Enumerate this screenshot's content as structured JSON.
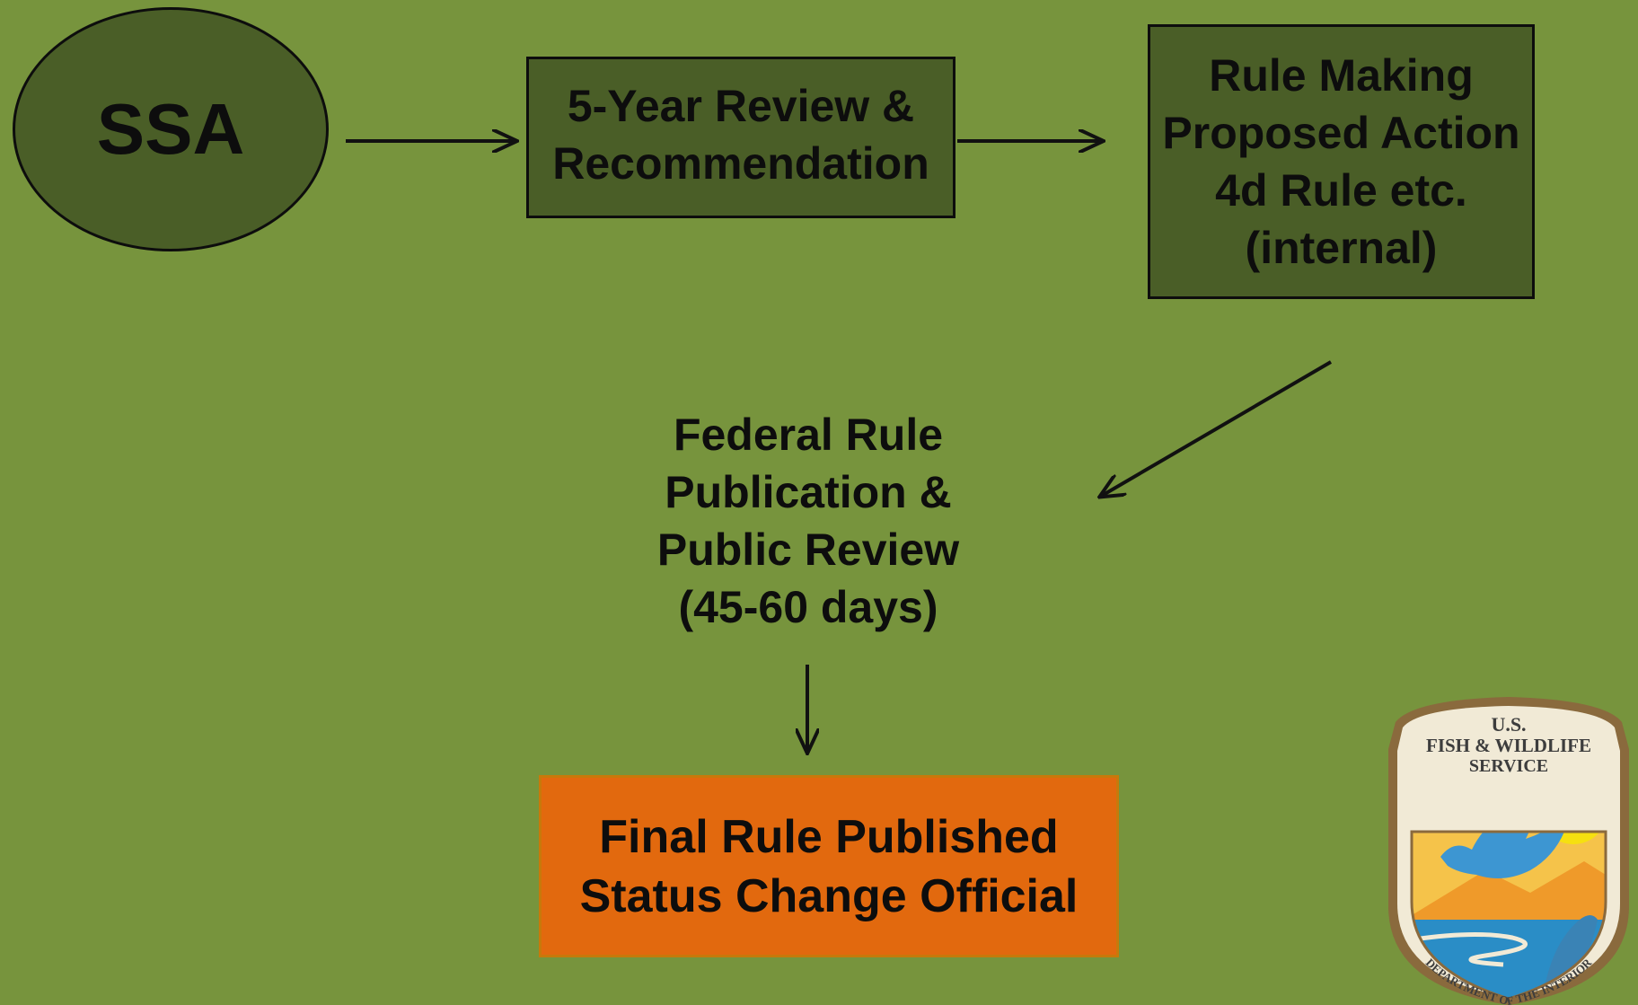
{
  "nodes": {
    "ssa": {
      "label": "SSA"
    },
    "review": {
      "lines": [
        "5-Year Review &",
        "Recommendation"
      ]
    },
    "rule_making": {
      "lines": [
        "Rule Making",
        "Proposed Action",
        "4d Rule etc.",
        "(internal)"
      ]
    },
    "federal": {
      "lines": [
        "Federal Rule",
        "Publication &",
        "Public Review",
        "(45-60 days)"
      ]
    },
    "final": {
      "lines": [
        "Final Rule Published",
        "Status Change Official"
      ]
    }
  },
  "logo": {
    "top_text": [
      "U.S.",
      "FISH & WILDLIFE",
      "SERVICE"
    ],
    "ring_text": "DEPARTMENT OF THE INTERIOR"
  },
  "colors": {
    "background": "#77943d",
    "node_fill": "#4a5e27",
    "final_fill": "#e2690e"
  }
}
